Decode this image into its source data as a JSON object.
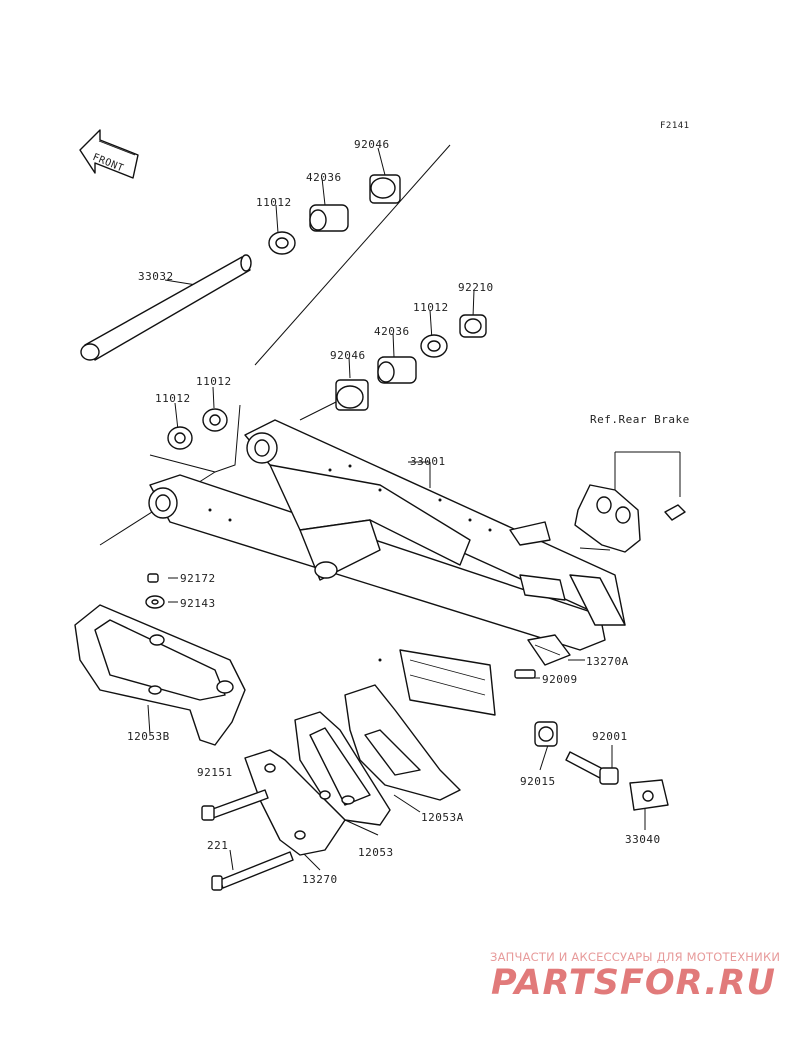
{
  "figure_code": "F2141",
  "front_arrow_text": "FRONT",
  "reference_note": "Ref.Rear Brake",
  "part_numbers": {
    "p92046_upper": "92046",
    "p42036_upper": "42036",
    "p11012_upper": "11012",
    "p33032": "33032",
    "p92210": "92210",
    "p11012_mid": "11012",
    "p42036_mid": "42036",
    "p92046_mid": "92046",
    "p11012_left_top": "11012",
    "p11012_left": "11012",
    "p33001": "33001",
    "p92172": "92172",
    "p92143": "92143",
    "p12053B": "12053B",
    "p13270A": "13270A",
    "p92009": "92009",
    "p92001": "92001",
    "p92015": "92015",
    "p92151": "92151",
    "p12053A": "12053A",
    "p33040": "33040",
    "p12053": "12053",
    "p221": "221",
    "p13270": "13270"
  },
  "watermark": {
    "caption": "ЗАПЧАСТИ И АКСЕССУАРЫ ДЛЯ МОТОТЕХНИКИ",
    "logo": "PARTSFOR.RU"
  }
}
